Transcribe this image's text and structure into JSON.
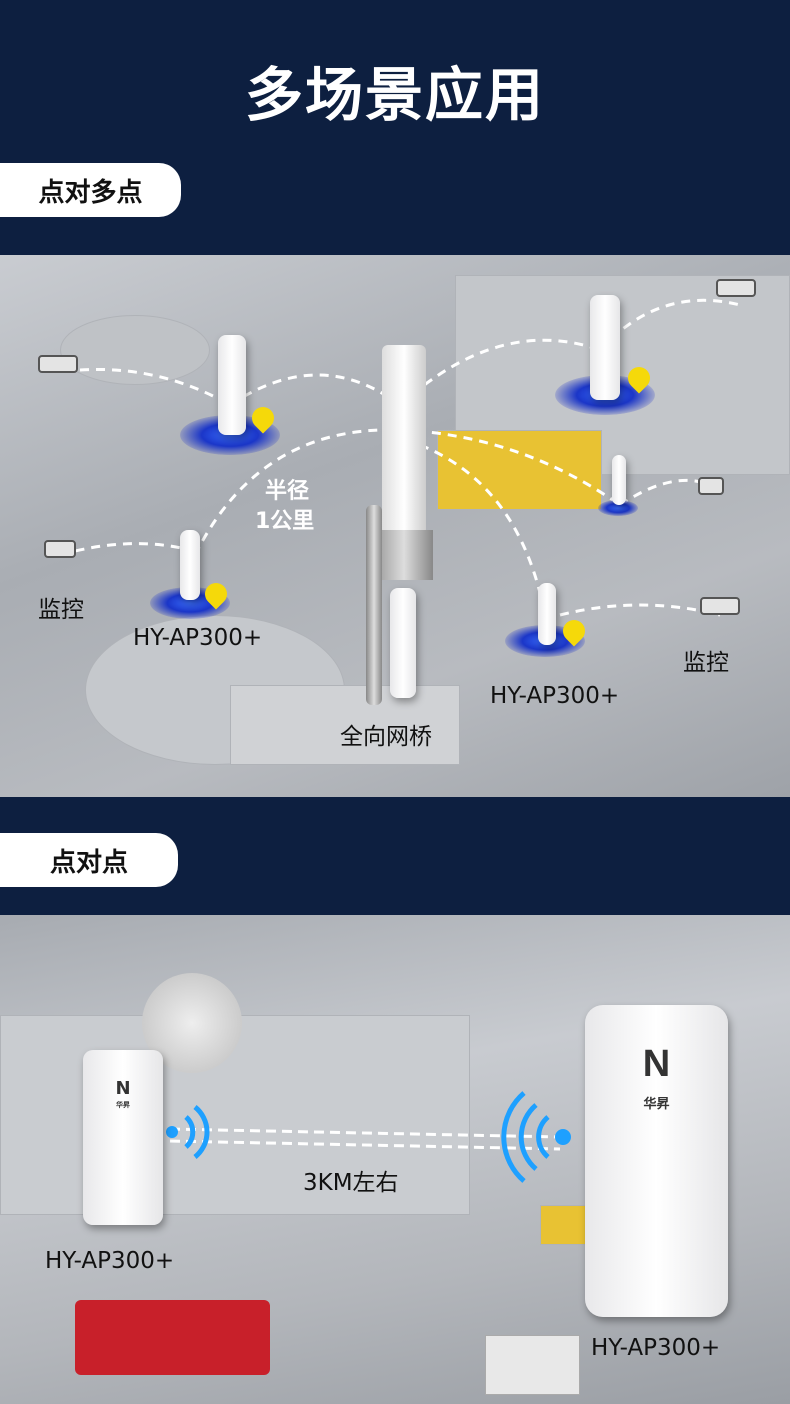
{
  "header": {
    "title": "多场景应用"
  },
  "section1": {
    "label": "点对多点",
    "radius_line1": "半径",
    "radius_line2": "1公里",
    "monitor_left": "监控",
    "monitor_right": "监控",
    "device_left": "HY-AP300+",
    "device_right": "HY-AP300+",
    "omni_bridge": "全向网桥"
  },
  "section2": {
    "label": "点对点",
    "distance": "3KM左右",
    "device_left": "HY-AP300+",
    "device_right": "HY-AP300+",
    "brand": "华昇"
  },
  "colors": {
    "navy": "#0d1f40",
    "signal_blue": "#1ea0ff",
    "pin_yellow": "#f5d90a"
  }
}
